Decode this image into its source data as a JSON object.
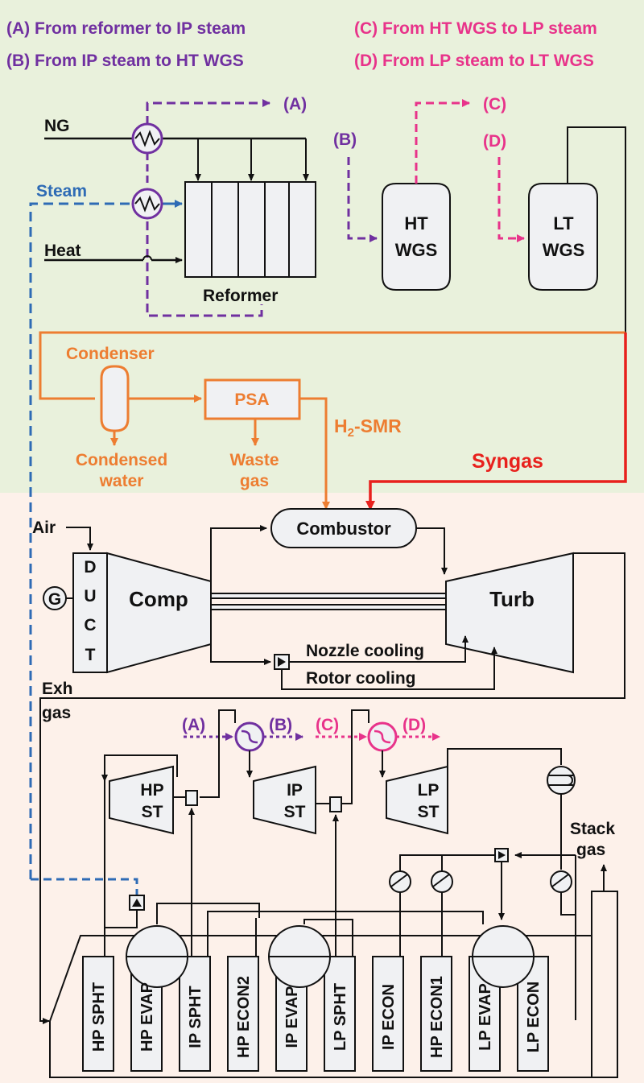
{
  "colors": {
    "purple": "#7030a0",
    "magenta": "#e8338a",
    "blue": "#2e6bb5",
    "orange": "#ed7d31",
    "red": "#e8211d",
    "upper_bg": "#e9f1dc",
    "lower_bg": "#fdf1ea",
    "equipment_fill": "#f0f1f3",
    "ink": "#111111"
  },
  "legend": {
    "a": "(A) From reformer to IP steam",
    "b": "(B) From IP steam to HT WGS",
    "c": "(C) From HT WGS to LP steam",
    "d": "(D) From LP steam to LT WGS"
  },
  "reforming": {
    "ng": "NG",
    "steam": "Steam",
    "heat": "Heat",
    "reformer": "Reformer",
    "tag_a": "(A)",
    "tag_b": "(B)",
    "tag_c": "(C)",
    "tag_d": "(D)",
    "ht_wgs_1": "HT",
    "ht_wgs_2": "WGS",
    "lt_wgs_1": "LT",
    "lt_wgs_2": "WGS"
  },
  "separation": {
    "condenser": "Condenser",
    "psa": "PSA",
    "condensed_1": "Condensed",
    "condensed_2": "water",
    "waste_1": "Waste",
    "waste_2": "gas",
    "h2_main": "H",
    "h2_sub": "2",
    "h2_suffix": "-SMR",
    "syngas": "Syngas"
  },
  "gas_turbine": {
    "air": "Air",
    "duct": [
      "D",
      "U",
      "C",
      "T"
    ],
    "generator": "G",
    "comp": "Comp",
    "combustor": "Combustor",
    "turb": "Turb",
    "nozzle_cooling": "Nozzle cooling",
    "rotor_cooling": "Rotor cooling",
    "exh_1": "Exh",
    "exh_2": "gas"
  },
  "steam_cycle": {
    "tag_a": "(A)",
    "tag_b": "(B)",
    "tag_c": "(C)",
    "tag_d": "(D)",
    "hp_st_1": "HP",
    "hp_st_2": "ST",
    "ip_st_1": "IP",
    "ip_st_2": "ST",
    "lp_st_1": "LP",
    "lp_st_2": "ST",
    "stack_1": "Stack",
    "stack_2": "gas"
  },
  "hrsg": {
    "modules": [
      "HP SPHT",
      "HP EVAP",
      "IP SPHT",
      "HP ECON2",
      "IP EVAP",
      "LP SPHT",
      "IP ECON",
      "HP ECON1",
      "LP EVAP",
      "LP ECON"
    ]
  }
}
